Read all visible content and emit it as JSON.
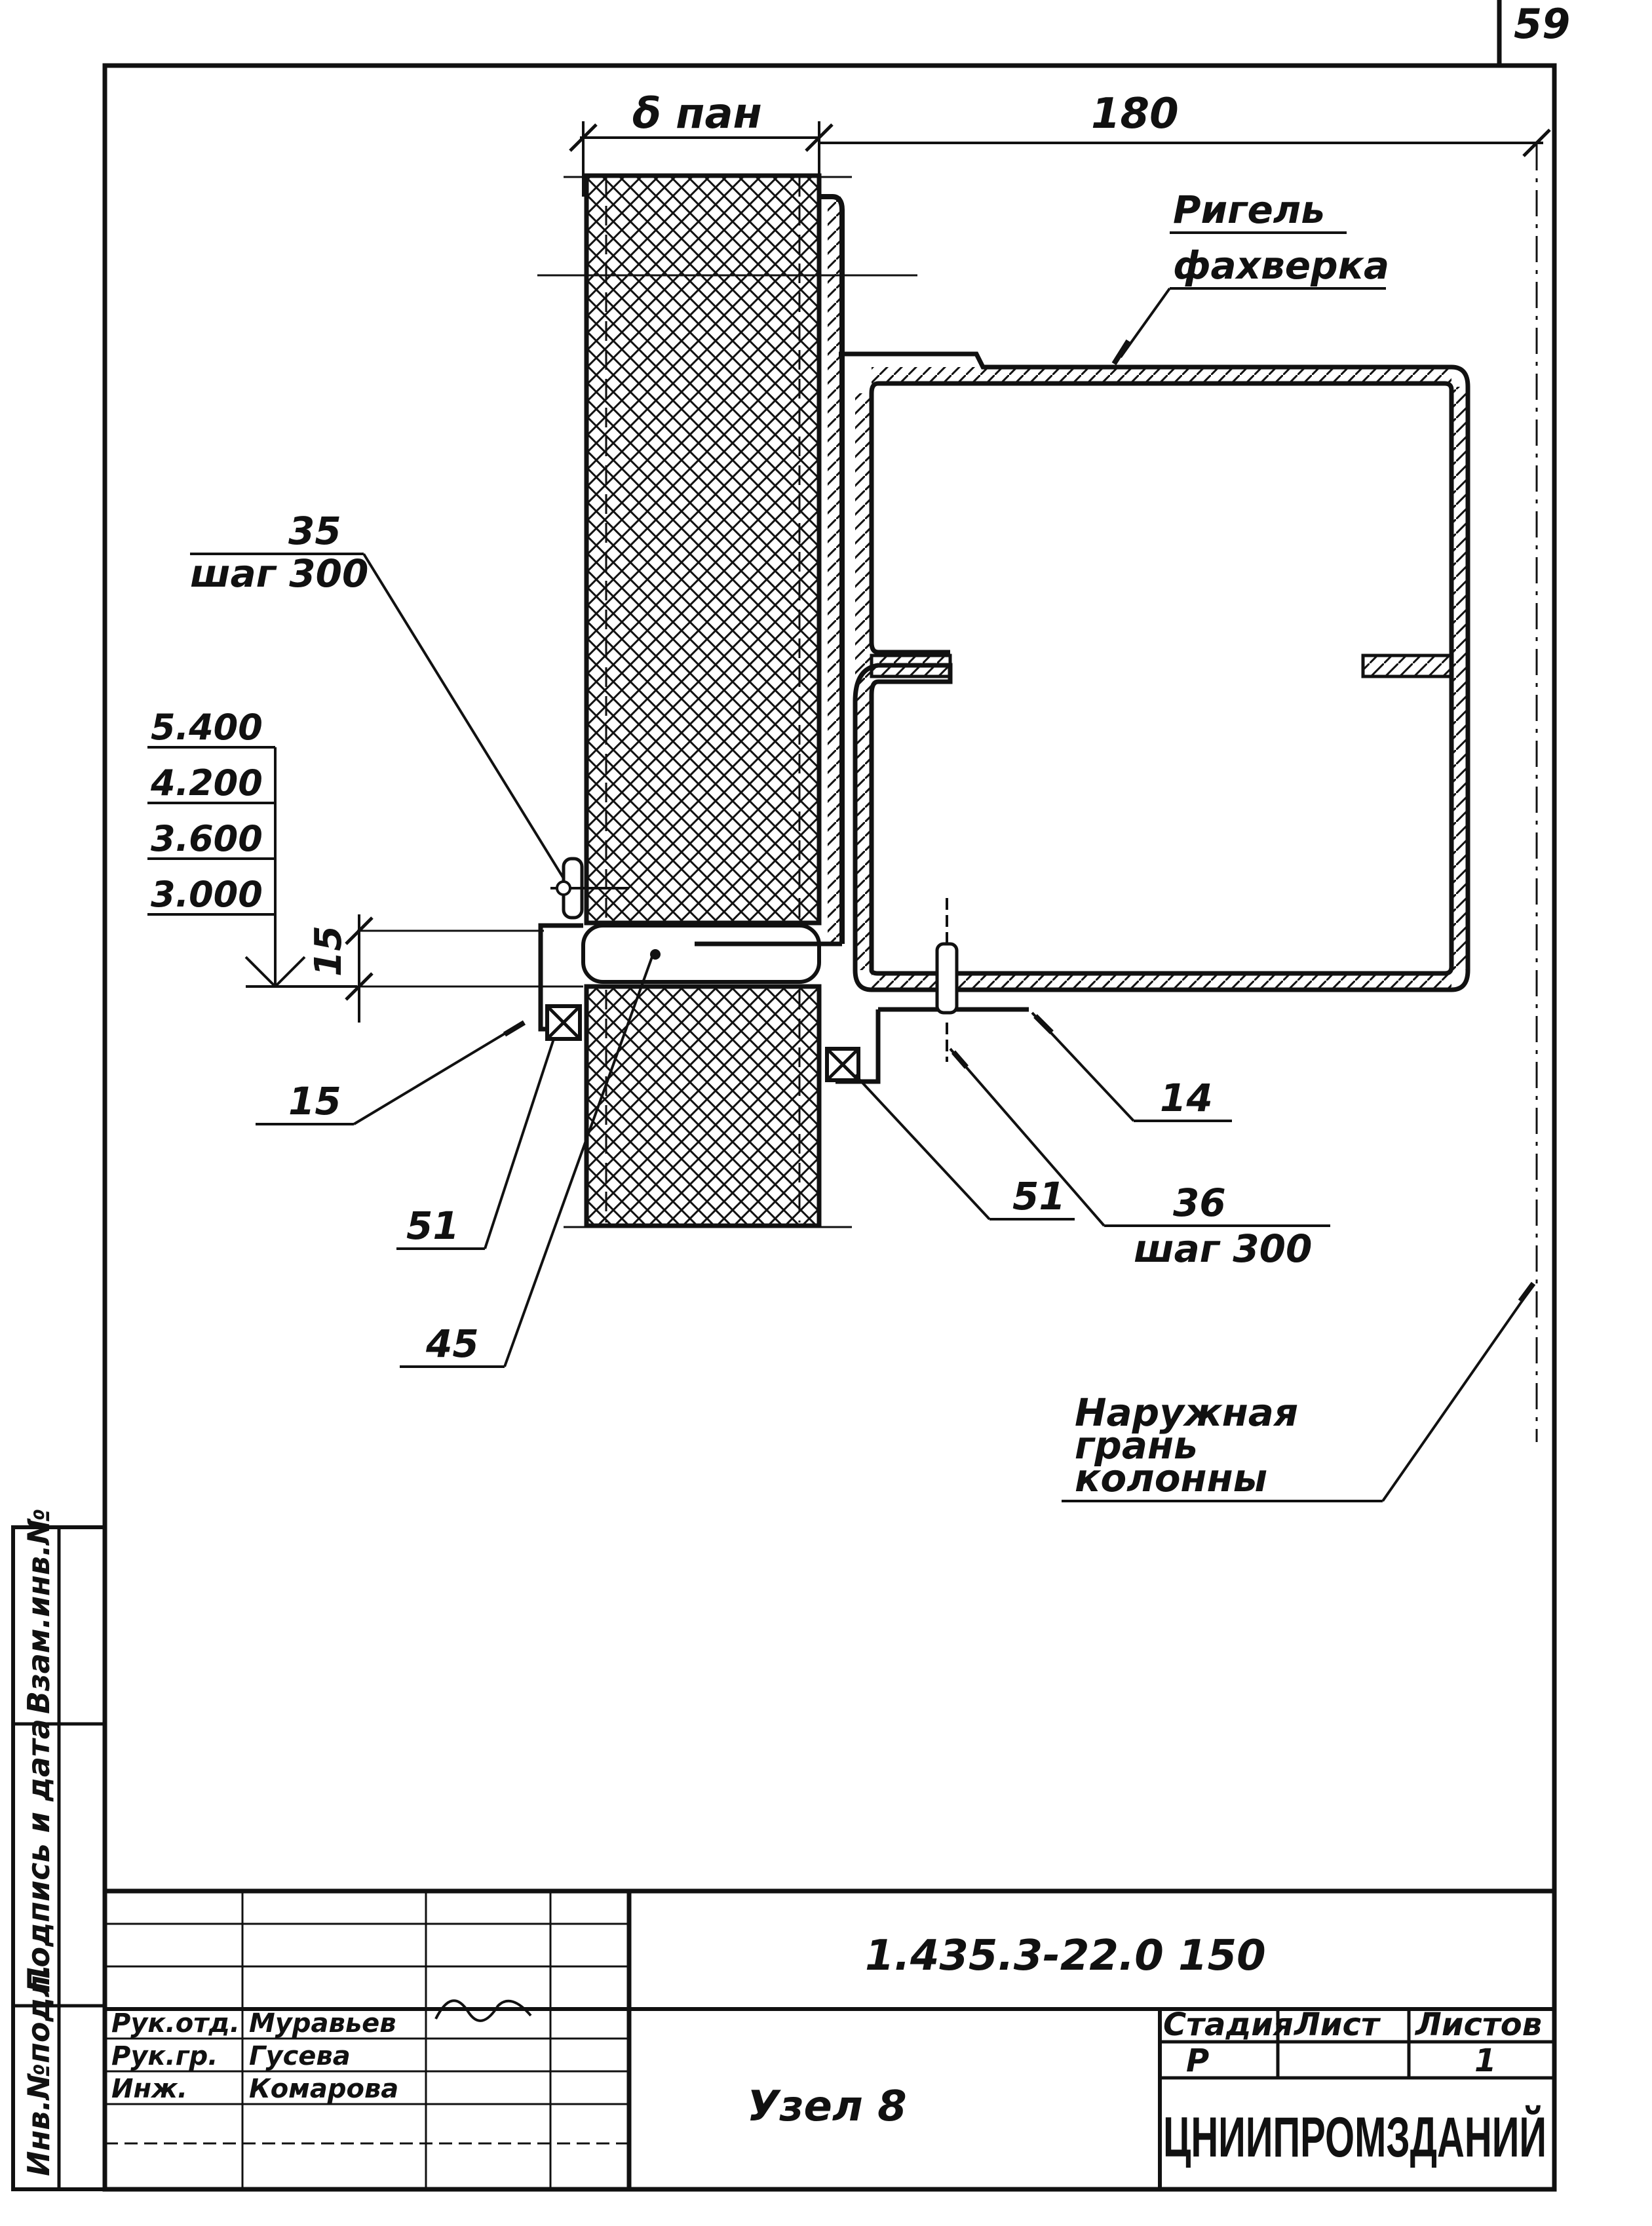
{
  "sheet_number": "59",
  "dimensions": {
    "panel_thickness": "δ пан",
    "offset_180": "180",
    "joint_15": "15"
  },
  "labels": {
    "rigel_line1": "Ригель",
    "rigel_line2": "фахверка",
    "item_35": "35",
    "item_35_step": "шаг 300",
    "item_36": "36",
    "item_36_step": "шаг 300",
    "item_15": "15",
    "item_14": "14",
    "item_51_left": "51",
    "item_51_right": "51",
    "item_45": "45",
    "outer_face_line1": "Наружная",
    "outer_face_line2": "грань",
    "outer_face_line3": "колонны"
  },
  "elevations": [
    "5.400",
    "4.200",
    "3.600",
    "3.000"
  ],
  "side_stamp": [
    "Инв.№подл.",
    "Подпись и дата",
    "Взам.инв.№"
  ],
  "title_block": {
    "designation": "1.435.3-22.0 150",
    "title": "Узел 8",
    "stage_header": "Стадия",
    "sheet_header": "Лист",
    "sheets_header": "Листов",
    "stage_value": "Р",
    "sheets_value": "1",
    "organization": "ЦНИИПРОМЗДАНИЙ",
    "signatures": [
      {
        "role": "Рук.отд.",
        "name": "Муравьев"
      },
      {
        "role": "Рук.гр.",
        "name": "Гусева"
      },
      {
        "role": "Инж.",
        "name": "Комарова"
      }
    ]
  }
}
